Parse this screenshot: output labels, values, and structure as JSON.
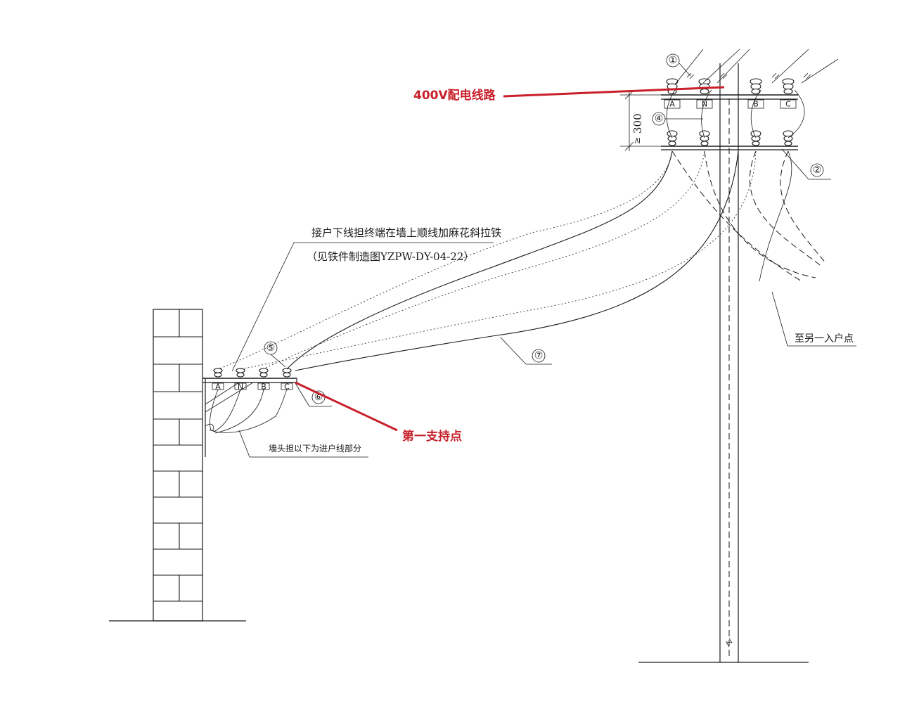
{
  "annotations": {
    "line_400v": "400V配电线路",
    "first_support": "第一支持点",
    "bracket_note_line1": "接户下线担终端在墙上顺线加麻花斜拉铁",
    "bracket_note_line2": "（见铁件制造图YZPW-DY-04-22）",
    "wall_note": "墙头担以下为进户线部分",
    "to_other_entry": "至另一入户点"
  },
  "dimension": {
    "spacing": "300",
    "spacing_prefix": "≥"
  },
  "markers": [
    "①",
    "②",
    "④",
    "⑤",
    "⑥",
    "⑦"
  ],
  "pole_phases": [
    "A",
    "N",
    "B",
    "C"
  ],
  "wall_phases": [
    "A",
    "N",
    "B",
    "C"
  ],
  "colors": {
    "accent": "#c8202a",
    "linework": "#1a1a1a"
  }
}
